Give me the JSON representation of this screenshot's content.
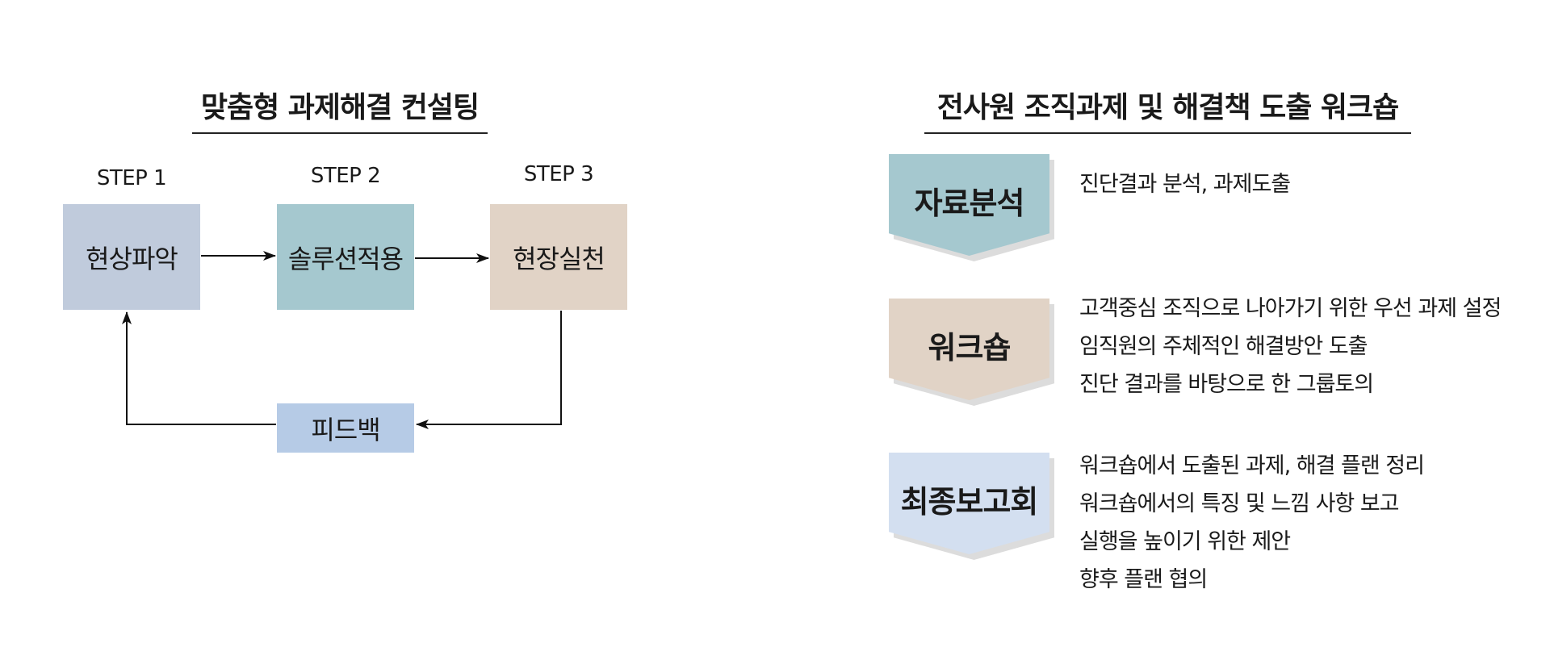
{
  "left": {
    "title": "맞춤형 과제해결 컨설팅",
    "steps": [
      {
        "label": "STEP 1",
        "box": "현상파악",
        "color": "#c0cbdc"
      },
      {
        "label": "STEP 2",
        "box": "솔루션적용",
        "color": "#a5c8cf"
      },
      {
        "label": "STEP 3",
        "box": "현장실천",
        "color": "#e1d3c6"
      }
    ],
    "feedback": {
      "box": "피드백",
      "color": "#b6cbe6"
    }
  },
  "right": {
    "title": "전사원 조직과제 및 해결책 도출 워크숍",
    "stages": [
      {
        "label": "자료분석",
        "color": "#a5c8cf",
        "items": [
          "진단결과 분석, 과제도출"
        ]
      },
      {
        "label": "워크숍",
        "color": "#e1d3c6",
        "items": [
          "고객중심 조직으로 나아가기 위한 우선 과제 설정",
          "임직원의 주체적인 해결방안 도출",
          "진단 결과를 바탕으로 한 그룹토의"
        ]
      },
      {
        "label": "최종보고회",
        "color": "#d3dff0",
        "items": [
          "워크숍에서 도출된 과제, 해결 플랜 정리",
          "워크숍에서의 특징 및 느낌 사항 보고",
          "실행을 높이기 위한 제안",
          "향후 플랜 협의"
        ]
      }
    ]
  }
}
